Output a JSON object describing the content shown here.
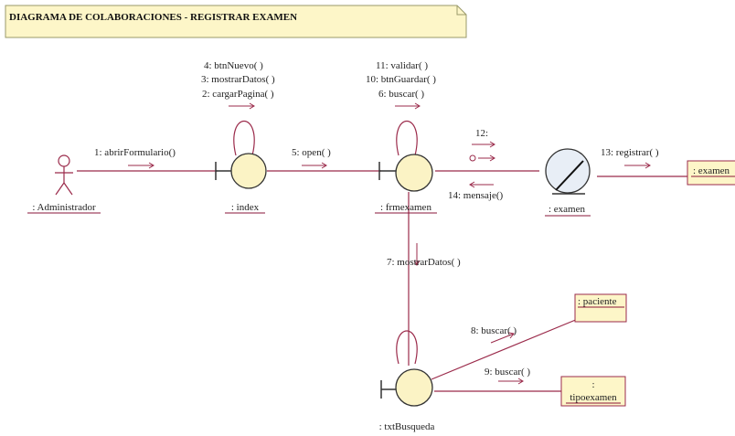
{
  "title": "DIAGRAMA DE COLABORACIONES - REGISTRAR EXAMEN",
  "objects": {
    "actor": ": Administrador",
    "index": ": index",
    "frmexamen": ": frmexamen",
    "examen_entity": ": examen",
    "txtbusqueda": ": txtBusqueda",
    "examen_box": ": examen",
    "paciente_box": ": paciente",
    "tipoexamen_box_colon": ":",
    "tipoexamen_box_name": "tipoexamen"
  },
  "messages": {
    "m1": "1: abrirFormulario()",
    "m4": "4: btnNuevo( )",
    "m3": "3: mostrarDatos( )",
    "m2": "2: cargarPagina( )",
    "m5": "5: open( )",
    "m11": "11: validar( )",
    "m10": "10: btnGuardar( )",
    "m6": "6: buscar( )",
    "m12": "12:",
    "m14": "14: mensaje()",
    "m13": "13: registrar( )",
    "m7": "7: mostrarDatos( )",
    "m8": "8: buscar( )",
    "m9": "9: buscar( )"
  },
  "colors": {
    "link": "#9b2b4b",
    "object_fill": "#fbf3c5",
    "note_fill": "#fdf6c8"
  }
}
